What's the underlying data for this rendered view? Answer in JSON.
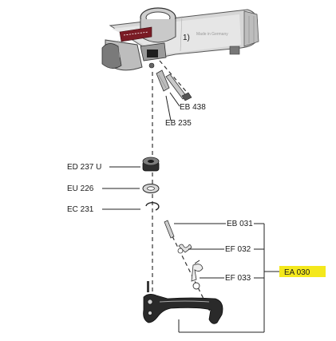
{
  "diagram": {
    "marker_1": "1)",
    "made_in": "Made in Germany",
    "labels": {
      "eb438": "EB 438",
      "eb235": "EB 235",
      "ed237u": "ED 237 U",
      "eu226": "EU 226",
      "ec231": "EC 231",
      "eb031": "EB 031",
      "ef032": "EF 032",
      "ef033": "EF 033",
      "ea030": "EA 030"
    },
    "colors": {
      "highlight": "#f4e81c",
      "lines": "#222222",
      "body_gray": "#d9d9d9"
    }
  }
}
